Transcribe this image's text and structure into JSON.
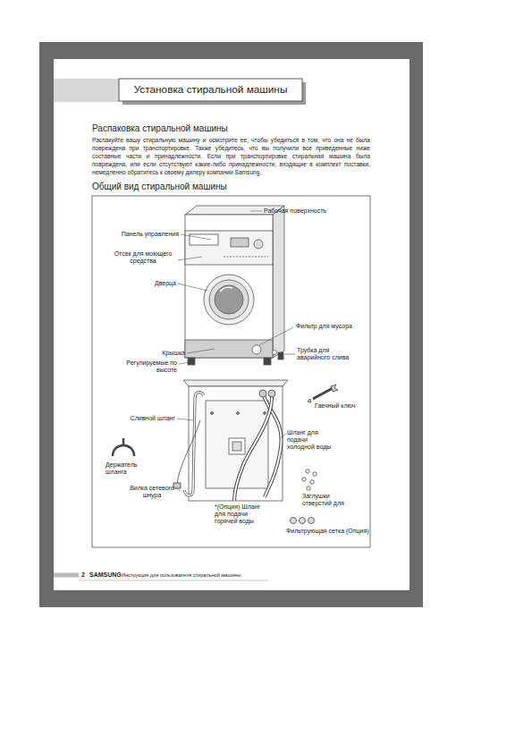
{
  "diagram": {
    "title": "Установка стиральной машины",
    "labels": [
      "Распаковка стиральной машины",
      "Распакуйте вашу стиральную машину и осмотрите ее, чтобы убедиться в том, что она не была повреждена при транспортировке. Также убедитесь, что вы получили все приведенные ниже составные части и принадлежности. Если при транспортировке стиральная машина была повреждена, или если отсутствуют какие-либо принадлежности, входящие в комплект поставки, немедленно обратитесь к своему дилеру компании Samsung.",
      "Общий вид стиральной машины",
      "Рабочая поверхность",
      "Панель управления",
      "Отсек для моющего средства",
      "Дверца",
      "Фильтр для мусора",
      "Крышка",
      "Трубка для аварийного слива",
      "Регулируемые по высоте",
      "Гаечный ключ",
      "Сливной шланг",
      "Шланг для подачи холодной воды",
      "Держатель шланга",
      "Вилка сетевого шнура",
      "*(Опция) Шланг для подачи горячей воды",
      "Заглушки отверстий для",
      "Фильтрующая сетка (Опция)",
      "2",
      "SAMSUNG",
      "Инструкция для пользователя стиральной машины"
    ]
  }
}
